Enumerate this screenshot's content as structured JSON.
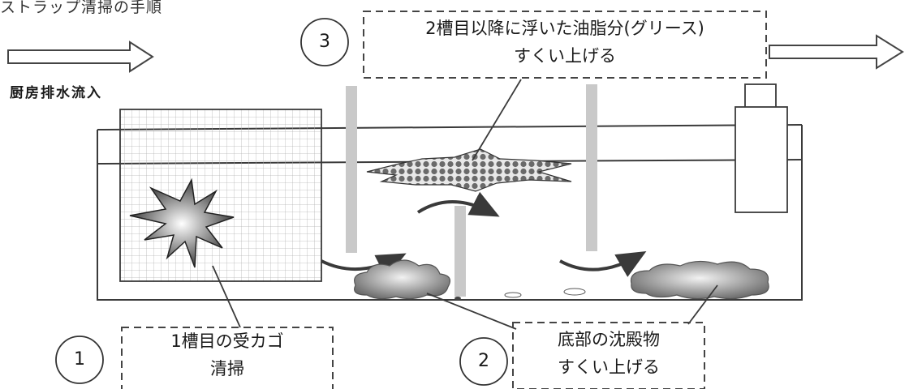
{
  "header_text": "ストラップ清掃の手順",
  "inflow_label": "厨房排水流入",
  "steps": [
    {
      "number": "1",
      "lines": [
        "1槽目の受カゴ",
        "清掃"
      ]
    },
    {
      "number": "2",
      "lines": [
        "底部の沈殿物",
        "すくい上げる"
      ]
    },
    {
      "number": "3",
      "lines": [
        "2槽目以降に浮いた油脂分(グリース)",
        "すくい上げる"
      ]
    }
  ],
  "colors": {
    "stroke": "#3a3a3a",
    "baffle": "#c9c9c9",
    "basket_grid": "#b5b5b5",
    "sludge": "#8a8a8a",
    "grease": "#555555"
  },
  "icons": {
    "inflow_arrow": "right-hollow-arrow-icon",
    "outflow_arrow": "right-hollow-arrow-icon",
    "debris": "starburst-icon"
  }
}
